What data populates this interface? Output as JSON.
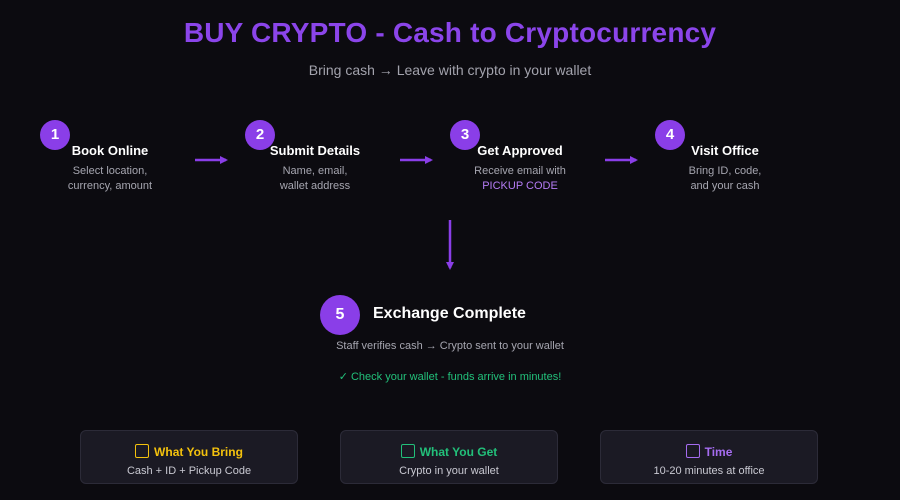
{
  "header": {
    "title": "BUY CRYPTO - Cash to Cryptocurrency",
    "subtitle": "Bring cash → Leave with crypto in your wallet"
  },
  "colors": {
    "accent": "#8a3ee8",
    "highlight": "#b57cf5",
    "success": "#22c07a",
    "bring": "#f4c20d",
    "get": "#22c07a",
    "time": "#a56cf0"
  },
  "steps": [
    {
      "number": "1",
      "title": "Book Online",
      "desc_lines": [
        "Select location,",
        "currency, amount"
      ]
    },
    {
      "number": "2",
      "title": "Submit Details",
      "desc_lines": [
        "Name, email,",
        "wallet address"
      ]
    },
    {
      "number": "3",
      "title": "Get Approved",
      "desc_lines": [
        "Receive email with"
      ],
      "highlight": "PICKUP CODE"
    },
    {
      "number": "4",
      "title": "Visit Office",
      "desc_lines": [
        "Bring ID, code,",
        "and your cash"
      ]
    }
  ],
  "final_step": {
    "number": "5",
    "title": "Exchange Complete",
    "desc": "Staff verifies cash → Crypto sent to your wallet",
    "note": "✓ Check your wallet - funds arrive in minutes!"
  },
  "cards": [
    {
      "title": "What You Bring",
      "body": "Cash + ID + Pickup Code",
      "icon": "numbers-icon"
    },
    {
      "title": "What You Get",
      "body": "Crypto in your wallet",
      "icon": "numbers-icon"
    },
    {
      "title": "Time",
      "body": "10-20 minutes at office",
      "icon": "numbers-icon"
    }
  ]
}
